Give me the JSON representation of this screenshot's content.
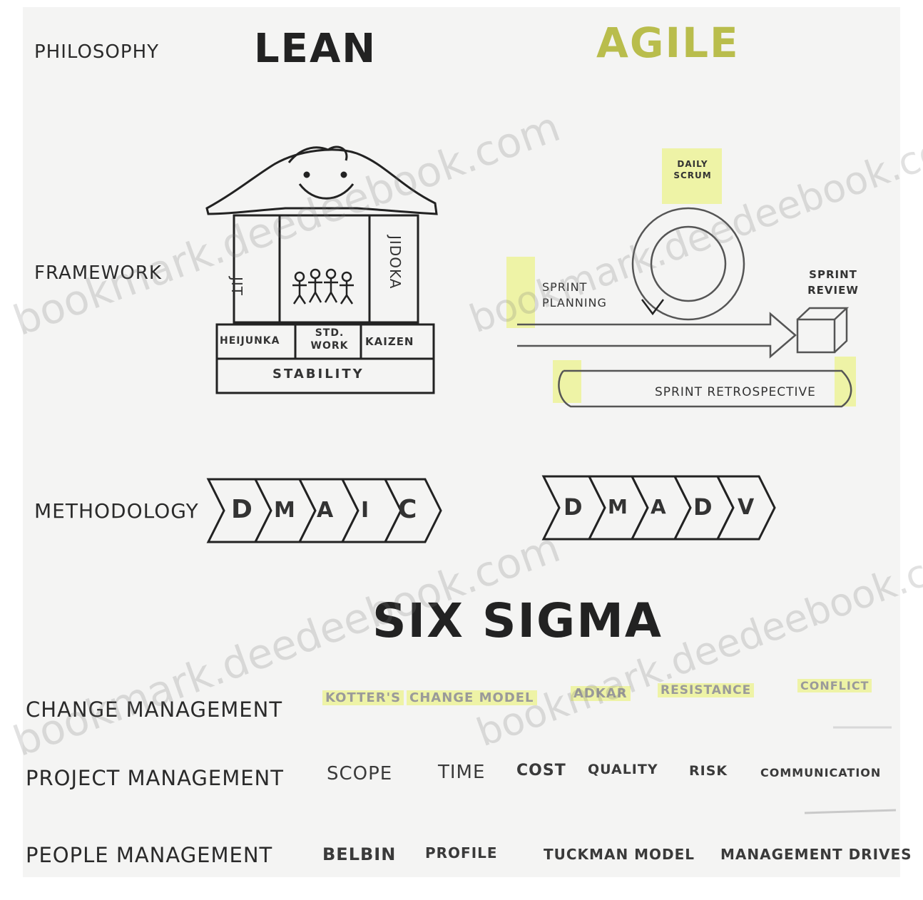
{
  "rows": {
    "philosophy": "PHILOSOPHY",
    "framework": "FRAMEWORK",
    "methodology": "METHODOLOGY"
  },
  "lean": {
    "title": "LEAN",
    "pillars": [
      "JIT",
      "JIDOKA"
    ],
    "base_blocks": [
      "HEIJUNKA",
      "STD. WORK",
      "KAIZEN"
    ],
    "foundation": "STABILITY"
  },
  "agile": {
    "title": "AGILE",
    "daily_scrum": "DAILY SCRUM",
    "sprint_planning": "SPRINT PLANNING",
    "sprint_review": "SPRINT REVIEW",
    "sprint_retrospective": "SPRINT RETROSPECTIVE"
  },
  "dmaic": [
    "D",
    "M",
    "A",
    "I",
    "C"
  ],
  "dmadv": [
    "D",
    "M",
    "A",
    "D",
    "V"
  ],
  "six_sigma": "SIX SIGMA",
  "change_management": {
    "label": "CHANGE MANAGEMENT",
    "items": [
      "KOTTER'S",
      "CHANGE MODEL",
      "ADKAR",
      "RESISTANCE",
      "CONFLICT"
    ]
  },
  "project_management": {
    "label": "PROJECT MANAGEMENT",
    "items": [
      "SCOPE",
      "TIME",
      "COST",
      "QUALITY",
      "RISK",
      "COMMUNICATION"
    ]
  },
  "people_management": {
    "label": "PEOPLE MANAGEMENT",
    "items": [
      "BELBIN",
      "PROFILE",
      "TUCKMAN MODEL",
      "MANAGEMENT DRIVES"
    ]
  },
  "watermark": "bookmark.deedeebook.com",
  "colors": {
    "ink": "#1f1f1f",
    "highlight": "#eef3a6",
    "paper": "#f4f4f3"
  }
}
